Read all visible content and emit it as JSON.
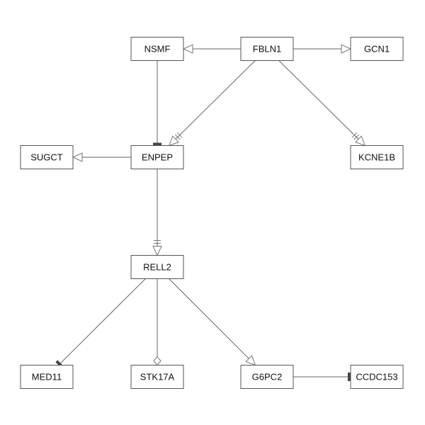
{
  "nodes": [
    {
      "id": "NSMF",
      "label": "NSMF"
    },
    {
      "id": "FBLN1",
      "label": "FBLN1"
    },
    {
      "id": "GCN1",
      "label": "GCN1"
    },
    {
      "id": "SUGCT",
      "label": "SUGCT"
    },
    {
      "id": "ENPEP",
      "label": "ENPEP"
    },
    {
      "id": "KCNE1B",
      "label": "KCNE1B"
    },
    {
      "id": "RELL2",
      "label": "RELL2"
    },
    {
      "id": "MED11",
      "label": "MED11"
    },
    {
      "id": "STK17A",
      "label": "STK17A"
    },
    {
      "id": "G6PC2",
      "label": "G6PC2"
    },
    {
      "id": "CCDC153",
      "label": "CCDC153"
    }
  ],
  "edges": [
    {
      "from": "FBLN1",
      "to": "NSMF",
      "head": "arrow"
    },
    {
      "from": "FBLN1",
      "to": "GCN1",
      "head": "arrow"
    },
    {
      "from": "FBLN1",
      "to": "ENPEP",
      "head": "arrow-tick"
    },
    {
      "from": "FBLN1",
      "to": "KCNE1B",
      "head": "arrow-tick"
    },
    {
      "from": "NSMF",
      "to": "ENPEP",
      "head": "bar"
    },
    {
      "from": "ENPEP",
      "to": "SUGCT",
      "head": "arrow"
    },
    {
      "from": "ENPEP",
      "to": "RELL2",
      "head": "arrow-tick"
    },
    {
      "from": "RELL2",
      "to": "MED11",
      "head": "bar"
    },
    {
      "from": "RELL2",
      "to": "STK17A",
      "head": "diamond"
    },
    {
      "from": "RELL2",
      "to": "G6PC2",
      "head": "arrow"
    },
    {
      "from": "G6PC2",
      "to": "CCDC153",
      "head": "bar"
    }
  ]
}
